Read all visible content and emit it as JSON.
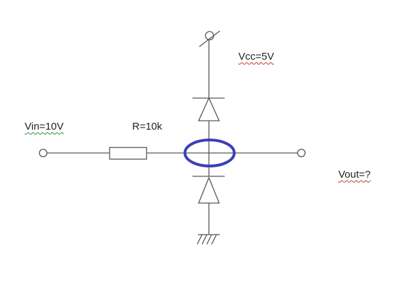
{
  "labels": {
    "vin": "Vin=10V",
    "resistor": "R=10k",
    "vcc": "Vcc=5V",
    "vout": "Vout=?"
  },
  "colors": {
    "wire": "#555555",
    "highlight": "#3a3fb8",
    "spellcheck_red": "#c0392b",
    "spellcheck_green": "#2e8b2e"
  }
}
